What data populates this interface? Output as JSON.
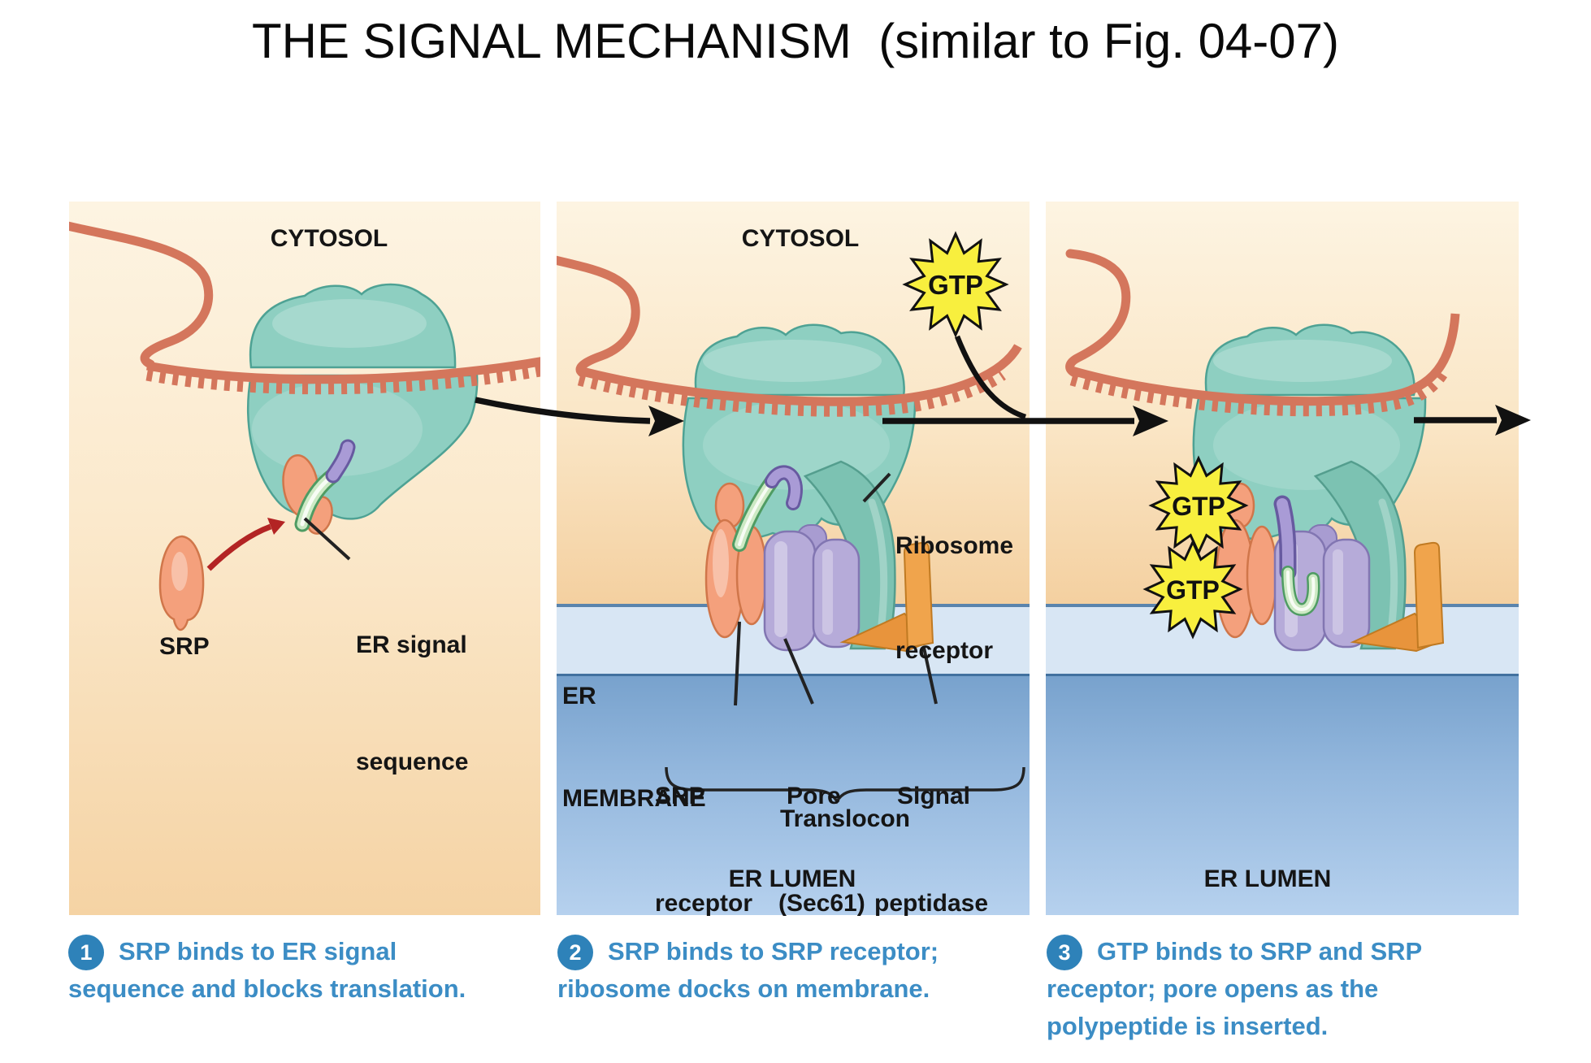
{
  "title": "THE SIGNAL MECHANISM  (similar to Fig. 04-07)",
  "colors": {
    "caption_blue": "#3c8dc5",
    "step_badge_blue": "#2e82b9",
    "cytosol_peach_top": "#fdf4e2",
    "cytosol_peach_bottom": "#f4d0a0",
    "er_membrane_fill": "#d8e6f4",
    "er_membrane_edge": "#5a84ad",
    "er_lumen_top": "#78a2cd",
    "er_lumen_bottom": "#b6d1ee",
    "mrna_salmon": "#d4765c",
    "ribosome_teal": "#8ecfc1",
    "srp_salmon": "#f4a07c",
    "pore_lavender": "#b6abd9",
    "signal_peptidase_orange": "#f0a44c",
    "signal_sequence_green": "#cde9c4",
    "signal_sequence_purple": "#a99bd6",
    "gtp_yellow": "#f8ef3e",
    "red_arrow": "#b32424"
  },
  "panel1": {
    "region_label": "CYTOSOL",
    "srp_label": "SRP",
    "er_signal_label": [
      "ER signal",
      "sequence"
    ],
    "caption": {
      "num": "1",
      "lines": [
        "SRP binds to ER signal",
        "sequence and blocks translation."
      ]
    }
  },
  "panel2": {
    "region_label": "CYTOSOL",
    "gtp_label": "GTP",
    "ribosome_receptor_label": [
      "Ribosome",
      "receptor"
    ],
    "er_membrane_label": [
      "ER",
      "MEMBRANE"
    ],
    "srp_receptor_label": [
      "SRP",
      "receptor"
    ],
    "pore_label": [
      "Pore",
      "(Sec61)"
    ],
    "signal_peptidase_label": [
      "Signal",
      "peptidase"
    ],
    "translocon_label": "Translocon",
    "er_lumen_label": "ER LUMEN",
    "caption": {
      "num": "2",
      "lines": [
        "SRP binds to SRP receptor;",
        "ribosome docks on membrane."
      ]
    }
  },
  "panel3": {
    "gtp_labels": [
      "GTP",
      "GTP"
    ],
    "er_lumen_label": "ER LUMEN",
    "caption": {
      "num": "3",
      "lines": [
        "GTP binds to SRP and SRP",
        "receptor; pore opens as the",
        "polypeptide is inserted."
      ]
    }
  }
}
